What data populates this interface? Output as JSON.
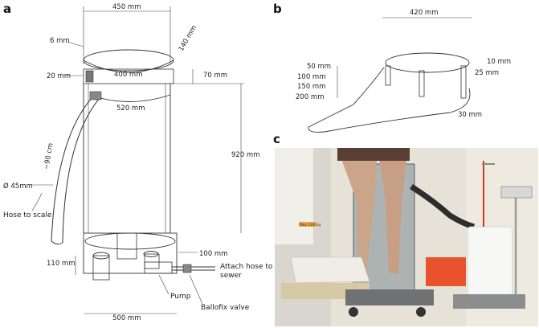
{
  "panel_a": {
    "label": "a",
    "dim_top_width": "450 mm",
    "dim_rim_thickness": "6 mm",
    "dim_lid_height": "140 mm",
    "dim_lid_inner": "400 mm",
    "dim_left_band": "20 mm",
    "dim_right_band": "70 mm",
    "dim_ring": "520 mm",
    "dim_total_height": "920 mm",
    "dim_hose_length": "~90 cm",
    "dim_hose_diameter": "Ø 45mm",
    "note_hose": "Hose to scale",
    "dim_base_top": "100 mm",
    "dim_base_left": "110 mm",
    "note_attach": "Attach hose to sewer",
    "note_pump": "Pump",
    "note_valve": "Ballofix valve",
    "dim_base_width": "500 mm"
  },
  "panel_b": {
    "label": "b",
    "dim_width": "420 mm",
    "dim_top_right": "10 mm",
    "dim_right_leg": "25 mm",
    "dim_legs_left": [
      "50 mm",
      "100 mm",
      "150 mm",
      "200 mm"
    ],
    "dim_bottom": "30 mm"
  },
  "panel_c": {
    "label": "c",
    "platform_sign": "Max 200 kg"
  }
}
